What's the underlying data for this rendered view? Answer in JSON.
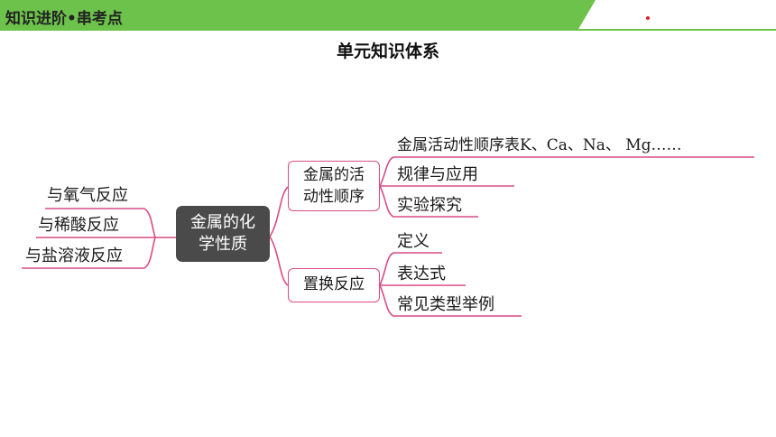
{
  "header": {
    "title": "知识进阶•串考点",
    "accent_color": "#6cc24a"
  },
  "page": {
    "title": "单元知识体系"
  },
  "mindmap": {
    "center": {
      "line1": "金属的化",
      "line2": "学性质"
    },
    "left_branches": [
      "与氧气反应",
      "与稀酸反应",
      "与盐溶液反应"
    ],
    "branch_activity": {
      "line1": "金属的活",
      "line2": "动性顺序",
      "children": [
        "金属活动性顺序表K、Ca、Na、 Mg……",
        "规律与应用",
        "实验探究"
      ]
    },
    "branch_replacement": {
      "label": "置换反应",
      "children": [
        "定义",
        "表达式",
        "常见类型举例"
      ]
    },
    "line_color": "#d94b86",
    "center_color": "#4a4a4a"
  }
}
